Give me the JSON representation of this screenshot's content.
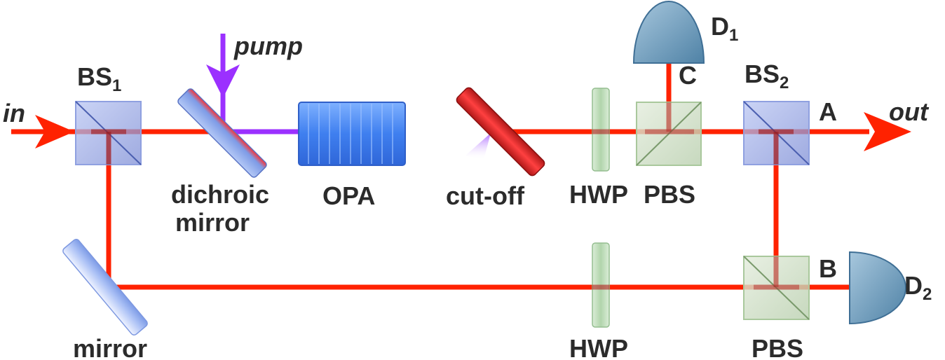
{
  "labels": {
    "in": "in",
    "out": "out",
    "pump": "pump",
    "bs1": "BS",
    "bs1_sub": "1",
    "bs2": "BS",
    "bs2_sub": "2",
    "dichroic_line1": "dichroic",
    "dichroic_line2": "mirror",
    "opa": "OPA",
    "cutoff": "cut-off",
    "hwp_top": "HWP",
    "pbs_top": "PBS",
    "hwp_bottom": "HWP",
    "pbs_bottom": "PBS",
    "mirror": "mirror",
    "port_a": "A",
    "port_b": "B",
    "port_c": "C",
    "d1": "D",
    "d1_sub": "1",
    "d2": "D",
    "d2_sub": "2"
  },
  "colors": {
    "beam": "#ff2200",
    "pump": "#9b30ff",
    "beamsplitter": "#8f9fdd",
    "pbs": "#c9dcc2",
    "hwp": "#c4dfc0",
    "opa": "#4f8df5",
    "detector": "#6a9ab9",
    "cutoff": "#dd2222"
  }
}
